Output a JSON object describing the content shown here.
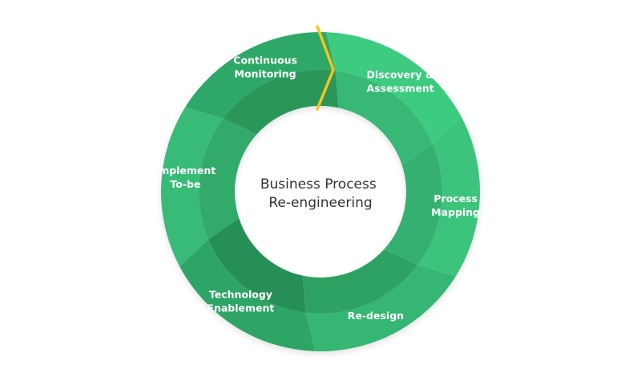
{
  "diagram": {
    "title": "Business Process Re-engineering",
    "center_lines": [
      "Business Process",
      "Re-engineering"
    ],
    "type": "cycle",
    "accent_marker_color": "#f2c61f",
    "stages": [
      {
        "id": "discovery",
        "lines": [
          "Discovery &",
          "Assessment"
        ],
        "outer_color": "#3ecb80",
        "inner_color": "#38b874"
      },
      {
        "id": "process-mapping",
        "lines": [
          "Process",
          "Mapping"
        ],
        "outer_color": "#3cc47c",
        "inner_color": "#35b070"
      },
      {
        "id": "re-design",
        "lines": [
          "Re-design"
        ],
        "outer_color": "#35b672",
        "inner_color": "#2fa263"
      },
      {
        "id": "technology-enablement",
        "lines": [
          "Technology",
          "Enablement"
        ],
        "outer_color": "#2ea465",
        "inner_color": "#288f56"
      },
      {
        "id": "implement-to-be",
        "lines": [
          "Implement",
          "To-be"
        ],
        "outer_color": "#38bb77",
        "inner_color": "#33aa6b"
      },
      {
        "id": "continuous-monitoring",
        "lines": [
          "Continuous",
          "Monitoring"
        ],
        "outer_color": "#2ea866",
        "inner_color": "#2a9659"
      }
    ]
  }
}
